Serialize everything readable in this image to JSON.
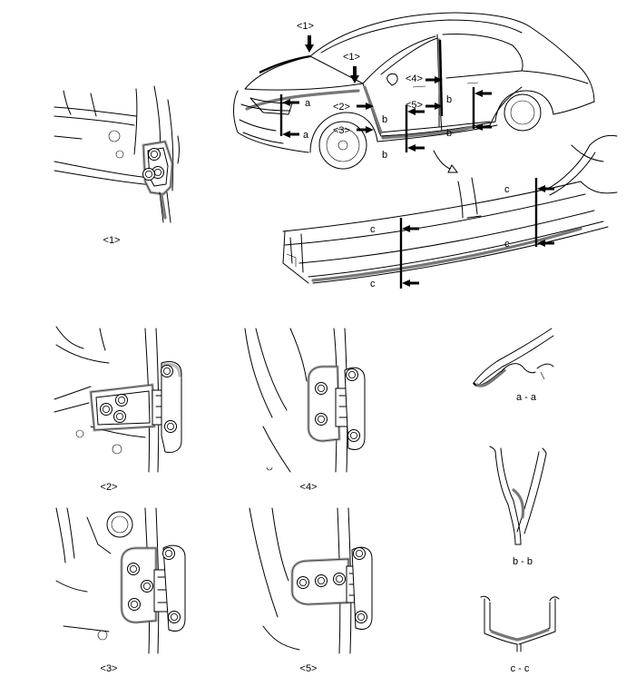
{
  "car_callouts": {
    "c1": "<1>",
    "c2": "<2>",
    "c3": "<3>",
    "c4": "<4>",
    "c5": "<5>",
    "sa": "a",
    "sb": "b",
    "sc": "c"
  },
  "captions": {
    "p1": "<1>",
    "p2": "<2>",
    "p3": "<3>",
    "p4": "<4>",
    "p5": "<5>",
    "section_aa": "a - a",
    "section_bb": "b - b",
    "section_cc": "c - c"
  }
}
